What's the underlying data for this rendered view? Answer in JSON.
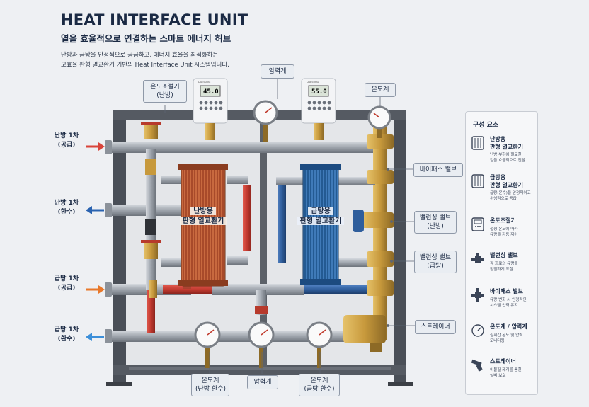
{
  "header": {
    "title": "HEAT INTERFACE UNIT",
    "subtitle": "열을 효율적으로 연결하는 스마트 에너지 허브",
    "description": [
      "난방과 급탕을 안정적으로 공급하고, 에너지 효율을 최적화하는",
      "고효율 판형 열교환기 기반의 Heat Interface Unit 시스템입니다."
    ]
  },
  "side_labels": [
    {
      "line1": "난방 1차",
      "line2": "(공급)",
      "arrow_dir": "in",
      "color": "#d9443a"
    },
    {
      "line1": "난방 1차",
      "line2": "(환수)",
      "arrow_dir": "out",
      "color": "#2a63b0"
    },
    {
      "line1": "급탕 1차",
      "line2": "(공급)",
      "arrow_dir": "in",
      "color": "#e8782a"
    },
    {
      "line1": "급탕 1차",
      "line2": "(환수)",
      "arrow_dir": "out",
      "color": "#3c8fd9"
    }
  ],
  "callouts": {
    "thermostat_heating": {
      "line1": "온도조절기",
      "line2": "(난방)"
    },
    "pressure_gauge_top": {
      "line1": "압력계"
    },
    "thermometer_top": {
      "line1": "온도계"
    },
    "bypass_valve": {
      "line1": "바이패스 밸브"
    },
    "balancing_heating": {
      "line1": "밸런싱 밸브",
      "line2": "(난방)"
    },
    "balancing_hotwater": {
      "line1": "밸런싱 밸브",
      "line2": "(급탕)"
    },
    "strainer": {
      "line1": "스트레이너"
    },
    "thermometer_heating_return": {
      "line1": "온도계",
      "line2": "(난방 환수)"
    },
    "pressure_gauge_bottom": {
      "line1": "압력계"
    },
    "thermometer_hotwater_return": {
      "line1": "온도계",
      "line2": "(급탕 환수)"
    }
  },
  "exchangers": {
    "heating": {
      "line1": "난방용",
      "line2": "판형 열교환기",
      "color": "#b5532f"
    },
    "hotwater": {
      "line1": "급탕용",
      "line2": "판형 열교환기",
      "color": "#2f6aa8"
    }
  },
  "controllers": {
    "heating": {
      "brand": "DAESUNG",
      "display": "45.0"
    },
    "hotwater": {
      "brand": "DAESUNG",
      "display": "55.0"
    }
  },
  "legend": {
    "title": "구성 요소",
    "items": [
      {
        "icon": "heating-exchanger-icon",
        "name_lines": [
          "난방용",
          "판형 열교환기"
        ],
        "desc_lines": [
          "난방 부하에 필요한",
          "열을 효율적으로 전달"
        ]
      },
      {
        "icon": "hotwater-exchanger-icon",
        "name_lines": [
          "급탕용",
          "판형 열교환기"
        ],
        "desc_lines": [
          "급탕(온수)을 안정적이고",
          "위생적으로 공급"
        ]
      },
      {
        "icon": "thermostat-icon",
        "name_lines": [
          "온도조절기"
        ],
        "desc_lines": [
          "설정 온도에 따라",
          "유량을 자동 제어"
        ]
      },
      {
        "icon": "balancing-valve-icon",
        "name_lines": [
          "밸런싱 밸브"
        ],
        "desc_lines": [
          "각 회로의 유량을",
          "정밀하게 조절"
        ]
      },
      {
        "icon": "bypass-valve-icon",
        "name_lines": [
          "바이패스 밸브"
        ],
        "desc_lines": [
          "유량 변화 시 안정적인",
          "시스템 압력 유지"
        ]
      },
      {
        "icon": "gauge-icon",
        "name_lines": [
          "온도계 / 압력계"
        ],
        "desc_lines": [
          "실시간 온도 및 압력",
          "모니터링"
        ]
      },
      {
        "icon": "strainer-icon",
        "name_lines": [
          "스트레이너"
        ],
        "desc_lines": [
          "이물질 제거를 통한",
          "설비 보호"
        ]
      }
    ]
  },
  "colors": {
    "pipe": "#9aa0a8",
    "frame": "#4a4f57",
    "brass": "#c79a3e",
    "red_pipe": "#c23a30",
    "blue_pipe": "#2f5e9c",
    "navy_text": "#1b2a44"
  }
}
